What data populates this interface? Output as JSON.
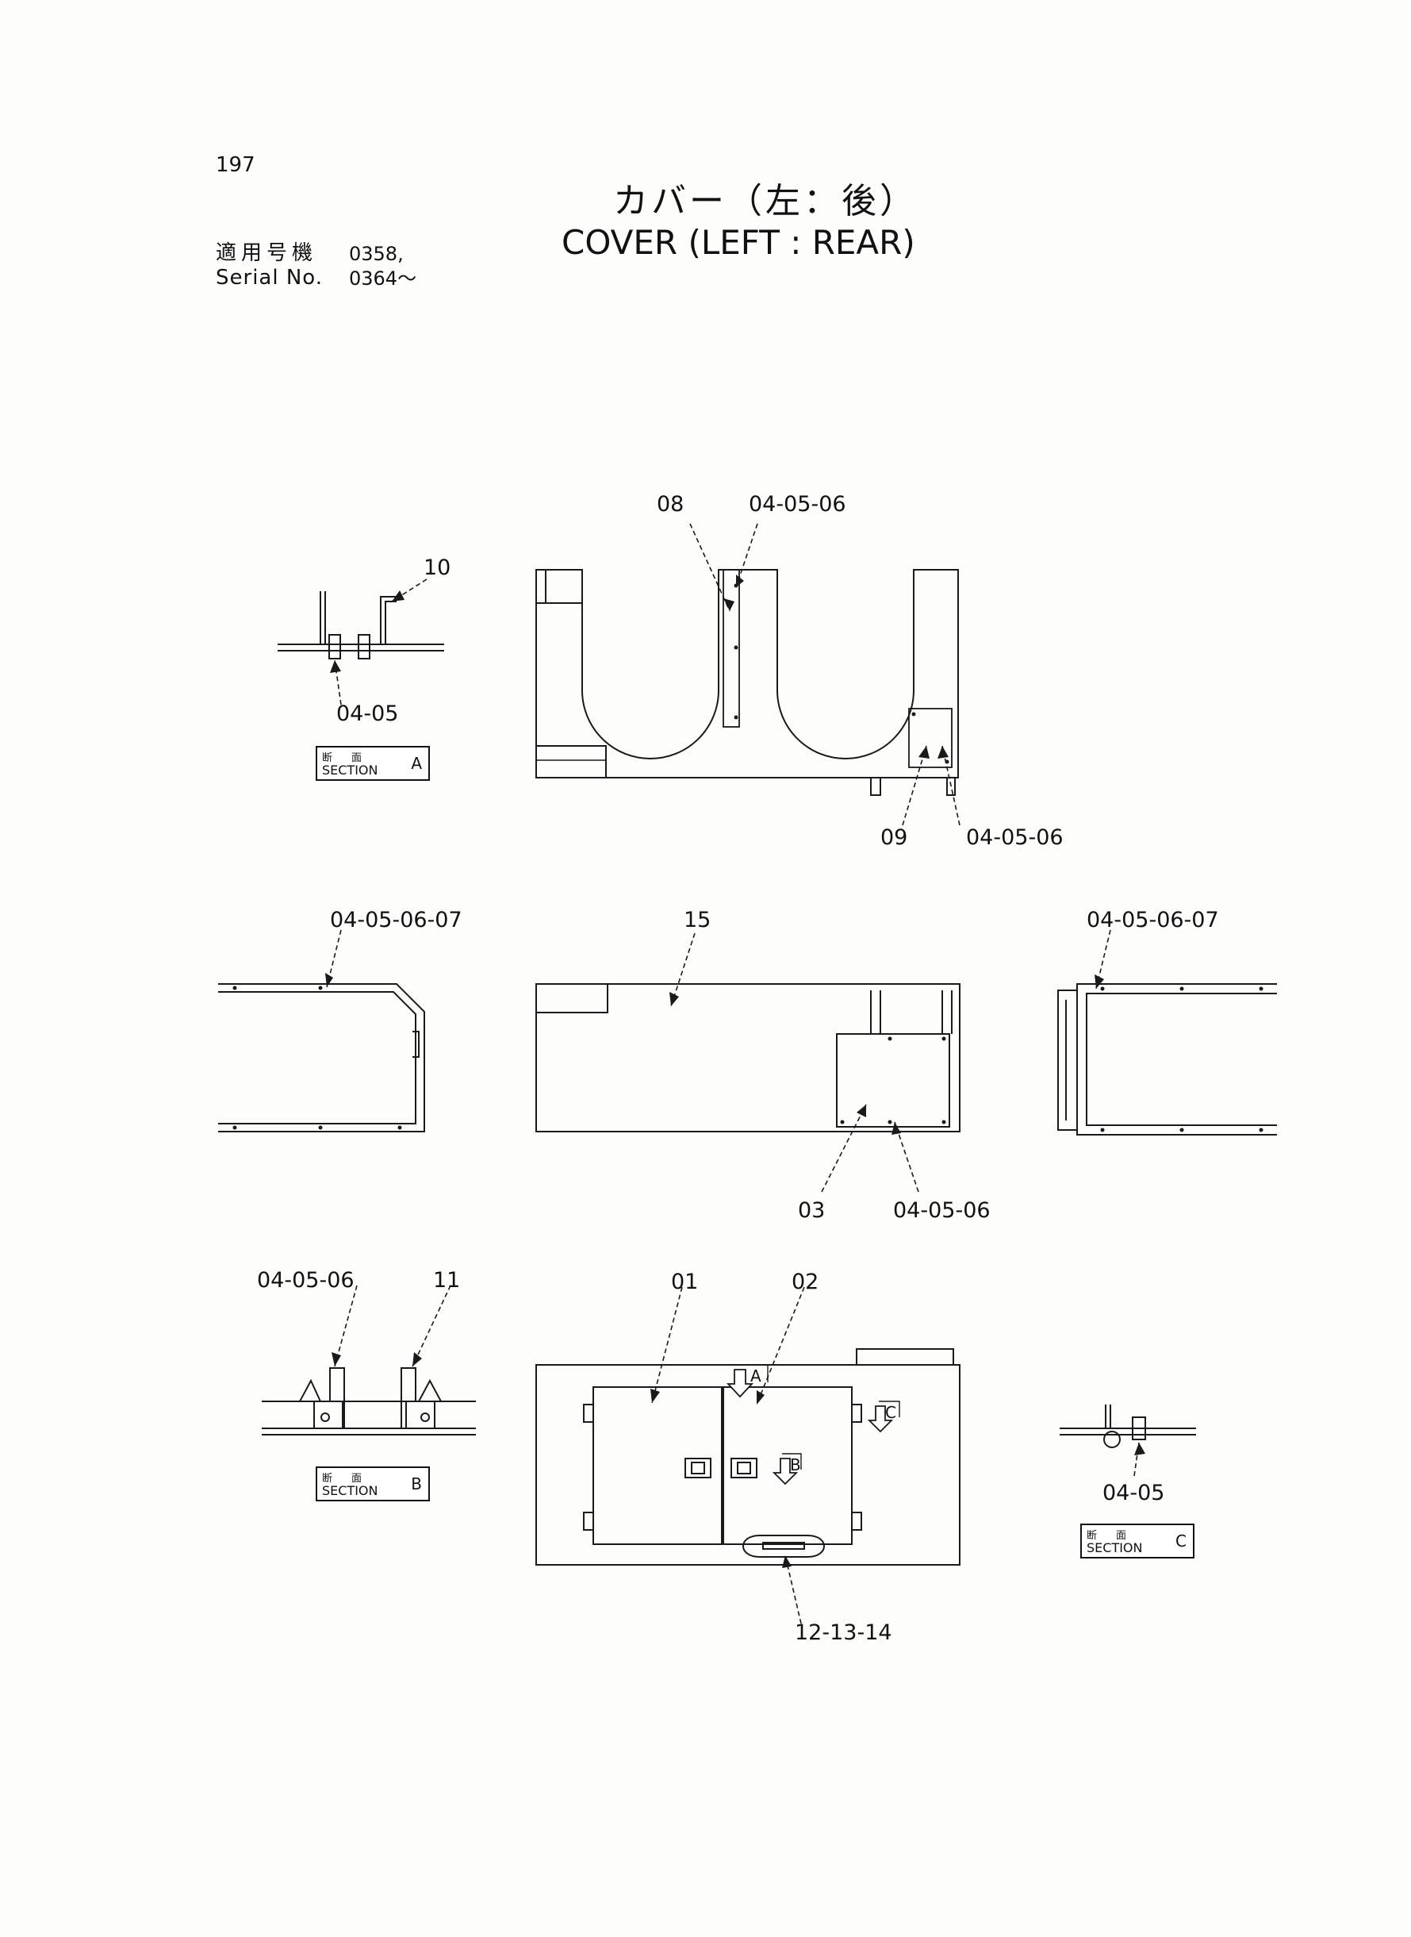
{
  "header": {
    "page_number": "197",
    "title_jp": "カバー（左：後）",
    "title_en": "COVER (LEFT : REAR)",
    "serial_jp_label": "適用号機",
    "serial_jp_value": "0358,",
    "serial_en_label": "Serial No.",
    "serial_en_value": "0364～"
  },
  "callouts": {
    "top_08": "08",
    "top_040506_upper": "04-05-06",
    "top_09": "09",
    "top_040506_lower": "04-05-06",
    "secA_10": "10",
    "secA_0405": "04-05",
    "mid_left_04050607": "04-05-06-07",
    "mid_15": "15",
    "mid_right_04050607": "04-05-06-07",
    "mid_03": "03",
    "mid_040506": "04-05-06",
    "secB_040506": "04-05-06",
    "secB_11": "11",
    "bot_01": "01",
    "bot_02": "02",
    "bot_121314": "12-13-14",
    "secC_0405": "04-05"
  },
  "section_labels": {
    "kanji": "断面",
    "word": "SECTION",
    "a": "A",
    "b": "B",
    "c": "C"
  },
  "view_markers": {
    "a": "A",
    "b": "B",
    "c": "C"
  }
}
